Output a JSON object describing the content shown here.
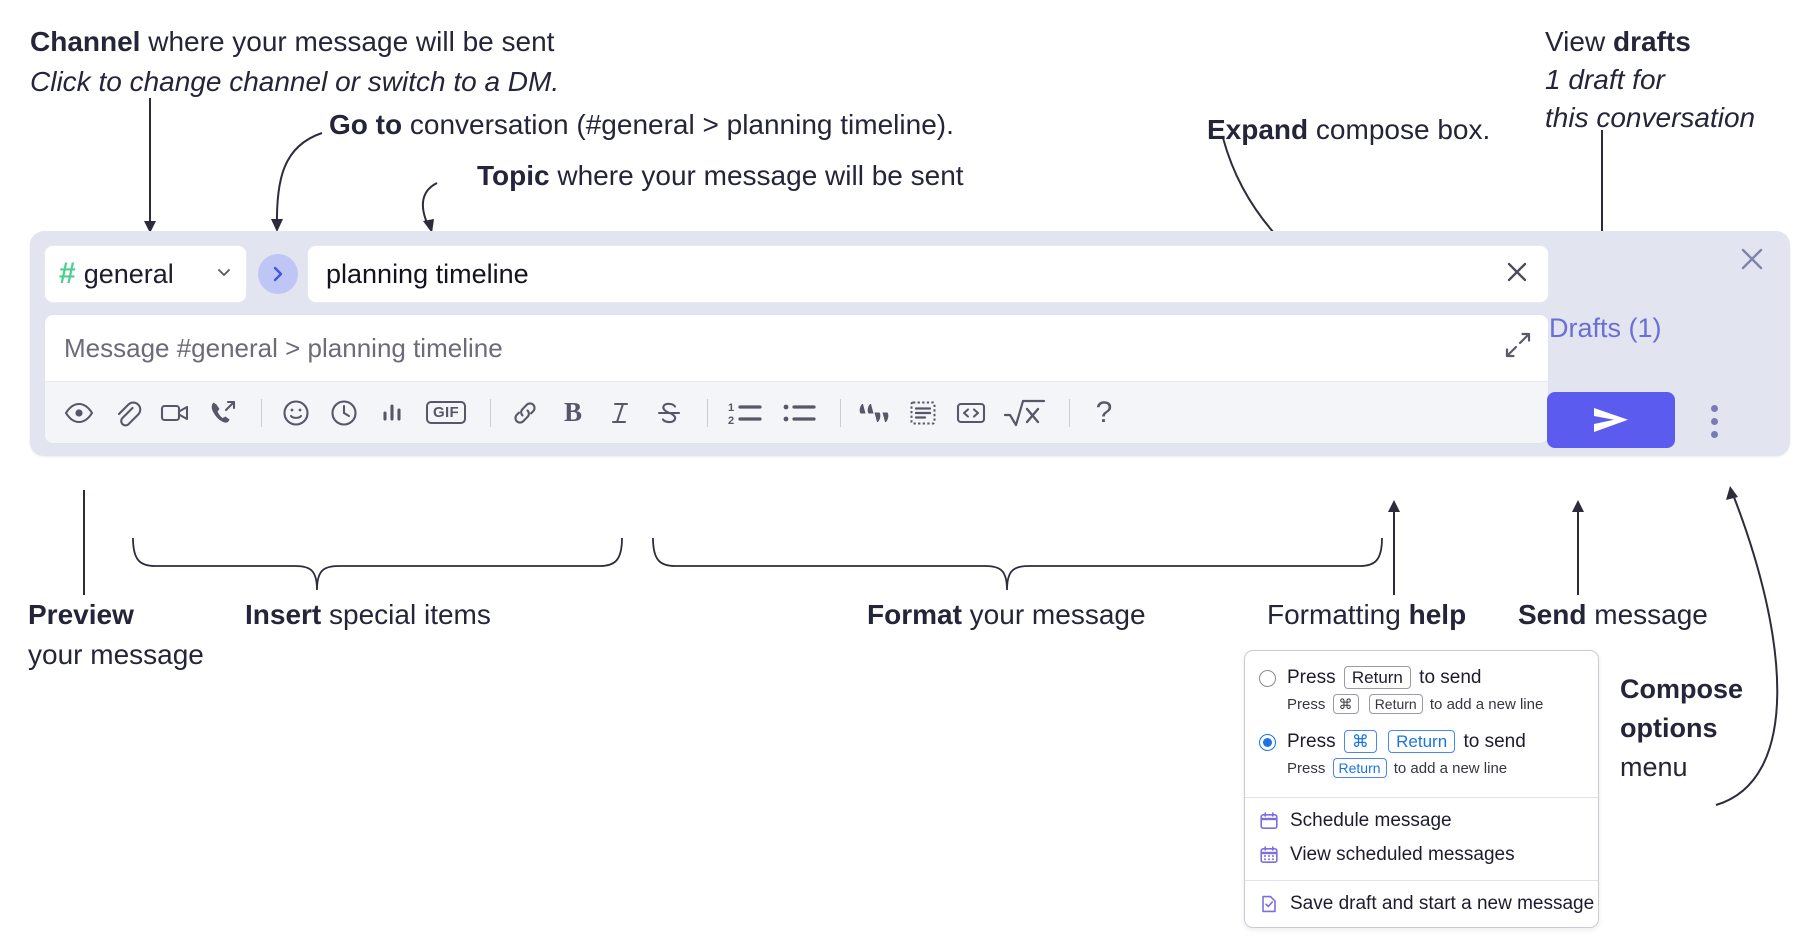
{
  "annotations": {
    "channel": {
      "bold": "Channel",
      "rest": " where your message will be sent",
      "italic": "Click to change channel or switch to a DM."
    },
    "goto": {
      "bold": "Go to",
      "rest": " conversation (#general > planning timeline)."
    },
    "topic": {
      "bold": "Topic",
      "rest": " where your message will be sent"
    },
    "expand": {
      "bold": "Expand",
      "rest": " compose box."
    },
    "drafts": {
      "plain": "View ",
      "bold": "drafts",
      "italic1": "1 draft for",
      "italic2": "this conversation"
    },
    "preview": {
      "bold": "Preview",
      "rest": "your message"
    },
    "insert": {
      "bold": "Insert",
      "rest": " special items"
    },
    "format": {
      "bold": "Format",
      "rest": " your message"
    },
    "help": {
      "plain": "Formatting ",
      "bold": "help"
    },
    "send": {
      "bold": "Send",
      "rest": " message"
    },
    "compose_options": {
      "bold1": "Compose",
      "bold2": "options",
      "rest": "menu"
    }
  },
  "compose": {
    "channel_name": "general",
    "channel_hash": "#",
    "topic_value": "planning timeline",
    "message_placeholder": "Message #general > planning timeline",
    "drafts_label": "Drafts (1)",
    "toolbar": [
      {
        "name": "preview-icon",
        "label": "Preview"
      },
      {
        "name": "attachment-icon",
        "label": "Attach file"
      },
      {
        "name": "video-icon",
        "label": "Record video clip"
      },
      {
        "name": "audio-call-icon",
        "label": "Record audio clip"
      },
      {
        "name": "separator",
        "label": ""
      },
      {
        "name": "emoji-icon",
        "label": "Emoji"
      },
      {
        "name": "clock-icon",
        "label": "Reminder"
      },
      {
        "name": "poll-icon",
        "label": "Poll"
      },
      {
        "name": "gif-icon",
        "label": "GIF"
      },
      {
        "name": "separator",
        "label": ""
      },
      {
        "name": "link-icon",
        "label": "Link"
      },
      {
        "name": "bold-icon",
        "label": "B"
      },
      {
        "name": "italic-icon",
        "label": "I"
      },
      {
        "name": "strikethrough-icon",
        "label": "S"
      },
      {
        "name": "separator",
        "label": ""
      },
      {
        "name": "ordered-list-icon",
        "label": "Ordered list"
      },
      {
        "name": "bulleted-list-icon",
        "label": "Bulleted list"
      },
      {
        "name": "separator",
        "label": ""
      },
      {
        "name": "blockquote-icon",
        "label": "Blockquote"
      },
      {
        "name": "code-block-icon",
        "label": "Code block"
      },
      {
        "name": "code-icon",
        "label": "Code"
      },
      {
        "name": "math-icon",
        "label": "Math"
      },
      {
        "name": "separator",
        "label": ""
      },
      {
        "name": "help-icon",
        "label": "?"
      }
    ]
  },
  "compose_options_menu": {
    "option_1": {
      "selected": false,
      "main_pre": "Press",
      "main_key": "Return",
      "main_post": "to send",
      "sub_pre": "Press",
      "sub_key1": "⌘",
      "sub_key2": "Return",
      "sub_post": "to add a new line"
    },
    "option_2": {
      "selected": true,
      "main_pre": "Press",
      "main_key1": "⌘",
      "main_key2": "Return",
      "main_post": "to send",
      "sub_pre": "Press",
      "sub_key": "Return",
      "sub_post": "to add a new line"
    },
    "items": [
      {
        "icon": "calendar-icon",
        "label": "Schedule message"
      },
      {
        "icon": "calendar-grid-icon",
        "label": "View scheduled messages"
      },
      {
        "icon": "save-draft-icon",
        "label": "Save draft and start a new message"
      }
    ]
  },
  "colors": {
    "accent": "#5b5bf0",
    "panel": "#e2e4f0",
    "hash_green": "#4ecf8f",
    "drafts_link": "#6b6ed4",
    "key_blue": "#1a74e8"
  }
}
